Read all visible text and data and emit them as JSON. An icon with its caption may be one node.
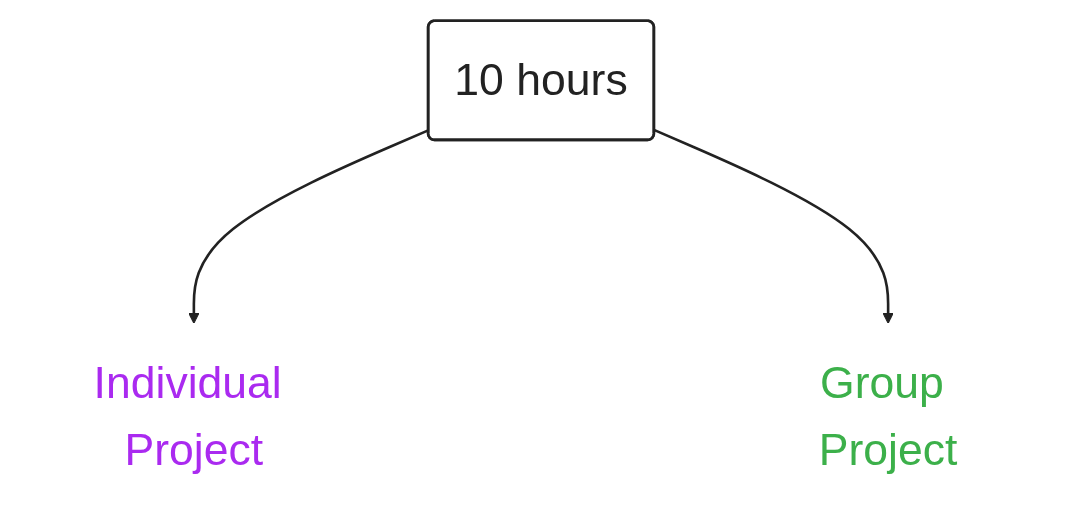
{
  "diagram": {
    "nodes": [
      {
        "text": [
          "10 hours"
        ]
      },
      {
        "text": [
          "Individual Project"
        ]
      },
      {
        "text": [
          "Group Project"
        ]
      }
    ],
    "edges": [
      {
        "from": 0,
        "to": 1,
        "arrow": "to"
      },
      {
        "from": 0,
        "to": 2,
        "arrow": "to"
      }
    ]
  }
}
